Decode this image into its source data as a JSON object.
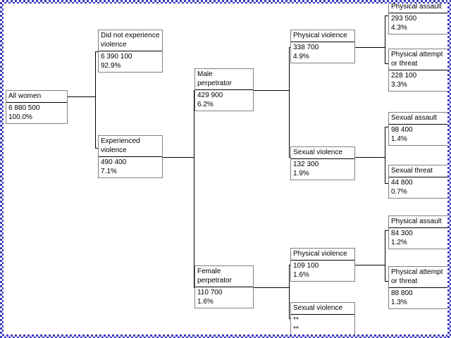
{
  "diagram": {
    "type": "tree",
    "background_color": "#ffffff",
    "box_border_color": "#808080",
    "connector_color": "#000000",
    "frame_color": "#3b3bbf",
    "suppressed_marker": "**"
  },
  "nodes": {
    "all_women": {
      "label": "All women",
      "count": "6 880 500",
      "percent": "100.0%"
    },
    "did_not_experience": {
      "label": "Did not experience\nviolence",
      "count": "6 390 100",
      "percent": "92.9%"
    },
    "experienced": {
      "label": "Experienced\nviolence",
      "count": "490 400",
      "percent": "7.1%"
    },
    "male_perpetrator": {
      "label": "Male\nperpetrator",
      "count": "429 900",
      "percent": "6.2%"
    },
    "female_perpetrator": {
      "label": "Female\nperpetrator",
      "count": "110 700",
      "percent": "1.6%"
    },
    "male_physical_violence": {
      "label": "Physical violence",
      "count": "338 700",
      "percent": "4.9%"
    },
    "male_sexual_violence": {
      "label": "Sexual violence",
      "count": "132 300",
      "percent": "1.9%"
    },
    "male_physical_assault": {
      "label": "Physical assault",
      "count": "293 500",
      "percent": "4.3%"
    },
    "male_physical_attempt": {
      "label": "Physical attempt\nor threat",
      "count": "228 100",
      "percent": "3.3%"
    },
    "male_sexual_assault": {
      "label": "Sexual assault",
      "count": "98 400",
      "percent": "1.4%"
    },
    "male_sexual_threat": {
      "label": "Sexual threat",
      "count": "44 800",
      "percent": "0.7%"
    },
    "female_physical_violence": {
      "label": "Physical violence",
      "count": "109 100",
      "percent": "1.6%"
    },
    "female_sexual_violence": {
      "label": "Sexual violence",
      "count": "**",
      "percent": "**"
    },
    "female_physical_assault": {
      "label": "Physical assault",
      "count": "84 300",
      "percent": "1.2%"
    },
    "female_physical_attempt": {
      "label": "Physical attempt\nor threat",
      "count": "88 800",
      "percent": "1.3%"
    }
  }
}
